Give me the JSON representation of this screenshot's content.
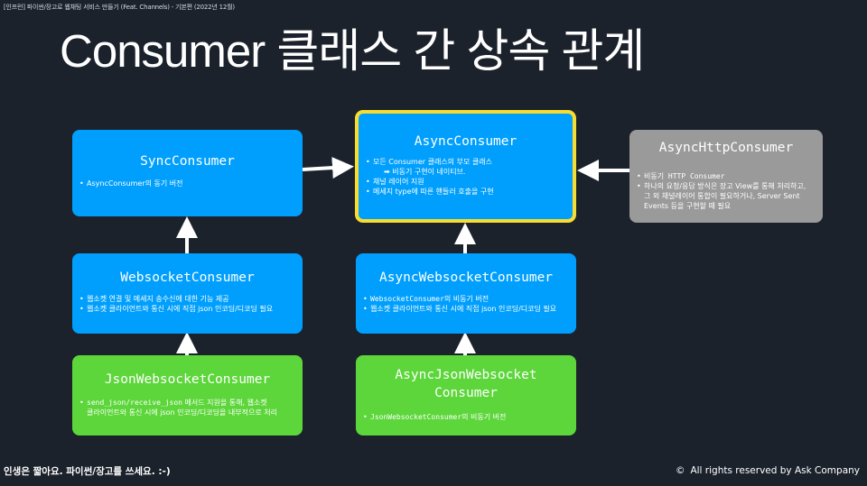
{
  "header": {
    "caption": "[인프런] 파이썬/장고로 웹채팅 서비스 만들기 (Feat. Channels) - 기본편 (2022년 12월)"
  },
  "slide": {
    "title": "Consumer 클래스 간 상속 관계"
  },
  "colors": {
    "background": "#1c222c",
    "blue_box": "#009ffd",
    "gray_box": "#9a9a9a",
    "green_box": "#5cd63a",
    "highlight_border": "#f8dd30",
    "arrow": "#ffffff"
  },
  "boxes": {
    "sync_consumer": {
      "title": "SyncConsumer",
      "items": [
        "AsyncConsumer의 동기 버전"
      ]
    },
    "async_consumer": {
      "title": "AsyncConsumer",
      "items": [
        "모든 Consumer 클래스의 부모 클래스",
        "➡ 비동기 구현이 네이티브.",
        "채널 레이어 지원",
        "메세지 type에 따른 핸들러 호출을 구현"
      ]
    },
    "async_http_consumer": {
      "title": "AsyncHttpConsumer",
      "items": [
        "비동기 HTTP Consumer",
        "하나의 요청/응답 방식은 장고 View를 통해 처리하고,",
        "그 외 채널레이어 통합이 필요하거나, Server Sent",
        "Events 등을 구현할 때 필요"
      ]
    },
    "websocket_consumer": {
      "title": "WebsocketConsumer",
      "items": [
        "웹소켓 연결 및 메세지 송수신에 대한 기능 제공",
        "웹소켓 클라이언트와 통신 시에 직접 json 인코딩/디코딩 필요"
      ]
    },
    "async_websocket_consumer": {
      "title": "AsyncWebsocketConsumer",
      "items": [
        "WebsocketConsumer",
        "의 비동기 버전",
        "웹소켓 클라이언트와 통신 시에 직접 json 인코딩/디코딩 필요"
      ]
    },
    "json_websocket_consumer": {
      "title": "JsonWebsocketConsumer",
      "items": [
        "send_json/receive_json",
        " 메서드 지원을 통해, 웹소켓",
        "클라이언트와 통신 시에 json 인코딩/디코딩을 내부적으로 처리"
      ]
    },
    "async_json_websocket_consumer": {
      "title": "AsyncJsonWebsocket\nConsumer",
      "items": [
        "JsonWebsocketConsumer",
        "의 비동기 버전"
      ]
    }
  },
  "arrows": [
    {
      "from": "SyncConsumer",
      "to": "AsyncConsumer"
    },
    {
      "from": "AsyncHttpConsumer",
      "to": "AsyncConsumer"
    },
    {
      "from": "WebsocketConsumer",
      "to": "SyncConsumer"
    },
    {
      "from": "AsyncWebsocketConsumer",
      "to": "AsyncConsumer"
    },
    {
      "from": "JsonWebsocketConsumer",
      "to": "WebsocketConsumer"
    },
    {
      "from": "AsyncJsonWebsocketConsumer",
      "to": "AsyncWebsocketConsumer"
    }
  ],
  "footer": {
    "tagline": "인생은 짧아요. 파이썬/장고를 쓰세요. :-)",
    "copyright_symbol": "©",
    "copyright": "All rights reserved by Ask Company"
  }
}
